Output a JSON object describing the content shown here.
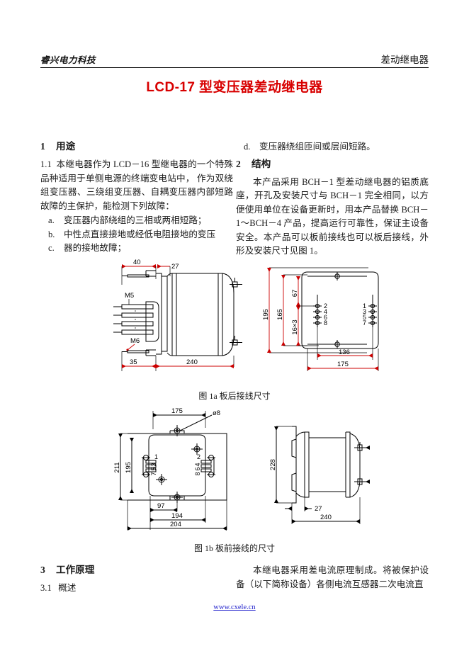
{
  "header": {
    "logo": "睿兴电力科技",
    "right": "差动继电器"
  },
  "title": "LCD-17 型变压器差动继电器",
  "title_color": "#d80000",
  "sections": {
    "s1": {
      "num": "1",
      "heading": "用途",
      "para_num": "1.1",
      "para": "本继电器作为 LCD－16 型继电器的一个特殊品种适用于单侧电源的终端变电站中， 作为双绕组变压器、三绕组变压器、自耦变压器内部短路故障的主保护，能检测下列故障：",
      "items": [
        {
          "marker": "a.",
          "text": "变压器内部绕组的三相或两相短路；"
        },
        {
          "marker": "b.",
          "text": "中性点直接接地或经低电阻接地的变压"
        },
        {
          "marker": "c.",
          "text": "器的接地故障；"
        }
      ]
    },
    "s1_cont": {
      "items": [
        {
          "marker": "d.",
          "text": "变压器绕组匝间或层间短路。"
        }
      ]
    },
    "s2": {
      "num": "2",
      "heading": "结构",
      "para": "本产品采用 BCH－1 型差动继电器的铝质底座，开孔及安装尺寸与 BCH－1 完全相同，以方便使用单位在设备更新时，用本产品替换 BCH－1～BCH－4 产品，提高运行可靠性，保证主设备安全。本产品可以板前接线也可以板后接线，外形及安装尺寸见图 1。"
    },
    "s3": {
      "num": "3",
      "heading": "工作原理",
      "sub_num": "3.1",
      "sub_heading": "概述",
      "body": "本继电器采用差电流原理制成。将被保护设备（以下简称设备）各侧电流互感器二次电流直"
    }
  },
  "figures": {
    "fig1a": {
      "caption": "图 1a  板后接线尺寸",
      "side_view_dims": [
        "40",
        "27",
        "M5",
        "M6",
        "35",
        "240"
      ],
      "rear_view_dims": [
        "195",
        "165",
        "67",
        "16×3",
        "136",
        "175"
      ],
      "pins_left": [
        "2",
        "4",
        "6",
        "8"
      ],
      "pins_right": [
        "1",
        "3",
        "5",
        "7"
      ]
    },
    "fig1b": {
      "caption": "图 1b   板前接线的尺寸",
      "front_view_dims": [
        "175",
        "ø8",
        "211",
        "195",
        "97",
        "194",
        "204"
      ],
      "pins_left": [
        "1",
        "3",
        "5",
        "7"
      ],
      "pins_right": [
        "2",
        "4",
        "6",
        "8"
      ],
      "side_view_dims": [
        "228",
        "27",
        "240"
      ]
    }
  },
  "footer": {
    "link": "www.cxele.cn",
    "link_color": "#2222cc"
  }
}
